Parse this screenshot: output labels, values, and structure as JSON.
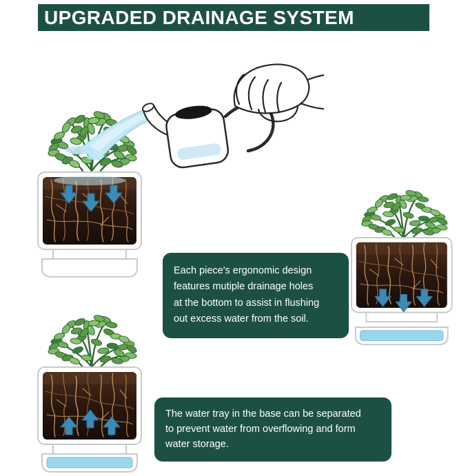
{
  "header": {
    "title": "UPGRADED DRAINAGE SYSTEM"
  },
  "callouts": {
    "drainage": "Each piece's ergonomic design\nfeatures mutiple drainage holes\nat the bottom to assist in flushing\nout excess water from the soil.",
    "tray": "The water tray in the base can be separated\nto prevent water from overflowing and form\nwater storage."
  },
  "illustrations": {
    "watering_scene": "Hand pouring a watering can into a planter; blue arrows show water draining down into the soil",
    "drainage_planter": "Planter with drainage holes at the bottom; arrows show excess water flushing down into a separated tray",
    "water_tray_planter": "Planter base water tray storing water; arrows point up from stored water"
  },
  "colors": {
    "banner_green": "#1d5044",
    "water_blue": "#9ad7ec",
    "stream_blue": "#c2e7f5",
    "arrow_blue": "#3c8ab6",
    "soil_brown": "#2a170f",
    "leaf_green": "#71b05a"
  }
}
